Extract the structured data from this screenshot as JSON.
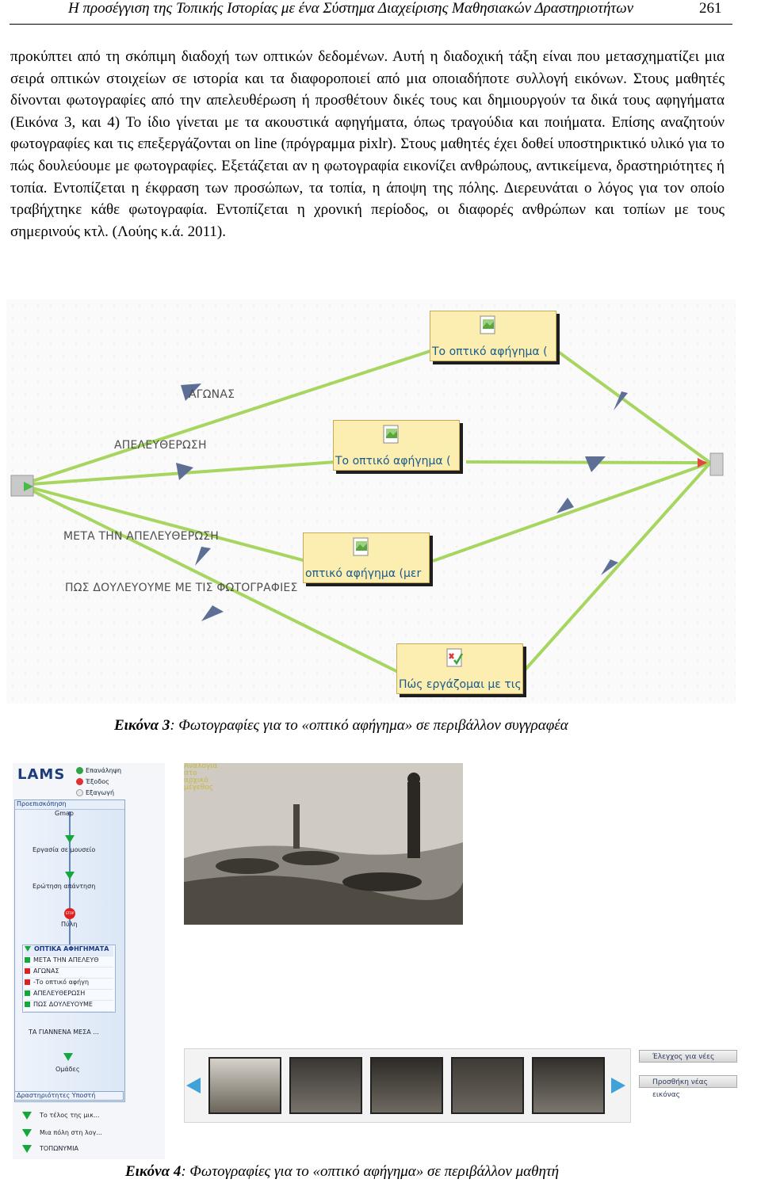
{
  "header": {
    "title": "Η προσέγγιση της Τοπικής Ιστορίας με ένα Σύστημα Διαχείρισης Μαθησιακών Δραστηριοτήτων",
    "page_number": "261"
  },
  "body": {
    "paragraph": "προκύπτει από τη σκόπιμη διαδοχή των οπτικών δεδομένων. Αυτή η διαδοχική τάξη είναι που μετασχηματίζει μια σειρά οπτικών στοιχείων σε ιστορία και τα διαφοροποιεί από μια οποιαδήποτε συλλογή εικόνων. Στους μαθητές δίνονται φωτογραφίες από την απελευθέρωση ή προσθέτουν δικές τους και δημιουργούν τα δικά τους αφηγήματα (Εικόνα 3, και 4) Το ίδιο γίνεται με τα ακουστικά αφηγήματα, όπως τραγούδια και ποιήματα. Επίσης αναζητούν φωτογραφίες και τις επεξεργάζονται on line (πρόγραμμα pixlr). Στους μαθητές έχει δοθεί υποστηρικτικό υλικό για το πώς δουλεύουμε με φωτογραφίες. Εξετάζεται αν η φωτογραφία εικονίζει ανθρώπους, αντικείμενα, δραστηριότητες ή τοπία. Εντοπίζεται η έκφραση των προσώπων, τα τοπία, η άποψη της πόλης. Διερευνάται ο λόγος για τον οποίο τραβήχτηκε κάθε φωτογραφία. Εντοπίζεται η χρονική περίοδος, οι διαφορές ανθρώπων και τοπίων με τους σημερινούς κτλ. (Λούης κ.ά. 2011)."
  },
  "figure3": {
    "nodes": [
      "Το οπτικό αφήγημα (",
      "Το οπτικό αφήγημα (",
      "οπτικό αφήγημα (μεr",
      "Πώς εργάζομαι με τις"
    ],
    "edge_labels": [
      "ΑΓΩΝΑΣ",
      "ΑΠΕΛΕΥΘΕΡΩΣΗ",
      "ΜΕΤΑ ΤΗΝ ΑΠΕΛΕΥΘΕΡΩΣΗ",
      "ΠΩΣ ΔΟΥΛΕΥΟΥΜΕ ΜΕ ΤΙΣ ΦΩΤΟΓΡΑΦΙΕΣ"
    ],
    "caption_label": "Εικόνα 3",
    "caption_text": ": Φωτογραφίες για το «οπτικό αφήγημα» σε περιβάλλον συγγραφέα",
    "line_color": "#a6d65f",
    "arrow_color": "#5d6f95"
  },
  "figure4": {
    "logo": "LAMS",
    "top_buttons": [
      "Επανάληψη",
      "Έξοδος",
      "Εξαγωγή"
    ],
    "panel_title": "Προεπισκόπηση",
    "sequence": [
      "Gmap",
      "Εργασία σε μουσείο",
      "Ερώτηση απάντηση",
      "Πύλη"
    ],
    "stop_label": "STOP",
    "options_title": "ΟΠΤΙΚΑ ΑΦΗΓΗΜΑΤΑ",
    "options": [
      "ΜΕΤΑ ΤΗΝ ΑΠΕΛΕΥΘ",
      "ΑΓΩΝΑΣ",
      "-Το οπτικό αφήγη",
      "ΑΠΕΛΕΥΘΕΡΩΣΗ",
      "ΠΩΣ ΔΟΥΛΕΥΟΥΜΕ"
    ],
    "after_options": [
      "ΤΑ ΓΙΑΝΝΕΝΑ ΜΕΣΑ ...",
      "Ομάδες"
    ],
    "bottom_tab": "Δραστηριότητες Υποστή",
    "lower_items": [
      "Το τέλος της μικ...",
      "Μια πόλη στη λογ...",
      "ΤΟΠΩΝΥΜΙΑ"
    ],
    "photo_tag": "Αναλογία στο αρχικό μέγεθος",
    "side_buttons": [
      "Έλεγχος για νέες",
      "Προσθήκη νέας εικόνας"
    ],
    "caption_label": "Εικόνα 4",
    "caption_text": ": Φωτογραφίες για το «οπτικό αφήγημα» σε περιβάλλον μαθητή"
  }
}
